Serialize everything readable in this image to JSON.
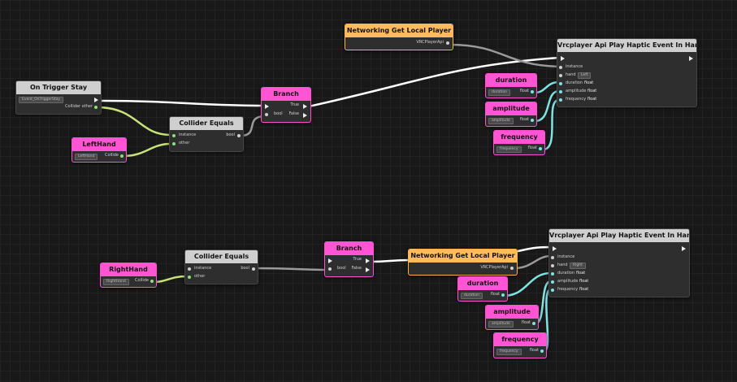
{
  "graph1": {
    "trigger": {
      "title": "On Trigger Stay",
      "pill": "Event_OnTriggerStay",
      "out_label": "Collider other"
    },
    "lefthand": {
      "title": "LeftHand",
      "pill": "LeftHand",
      "out_label": "Collide"
    },
    "equals": {
      "title": "Collider Equals",
      "in1": "instance",
      "in2": "other",
      "out": "bool"
    },
    "branch": {
      "title": "Branch",
      "cond": "bool",
      "true_label": "True",
      "false_label": "False"
    },
    "netplayer": {
      "title": "Networking Get Local Player",
      "out_label": "VRCPlayerApi"
    },
    "haptic": {
      "title": "Vrcplayer Api Play Haptic Event In Hand",
      "instance": "instance",
      "hand": "hand",
      "hand_val": "Left",
      "duration": "duration",
      "amplitude": "amplitude",
      "frequency": "frequency",
      "type_float": "float"
    },
    "duration": {
      "title": "duration",
      "pill": "duration",
      "out": "float"
    },
    "amplitude": {
      "title": "amplitude",
      "pill": "amplitude",
      "out": "float"
    },
    "frequency": {
      "title": "frequency",
      "pill": "frequency",
      "out": "float"
    }
  },
  "graph2": {
    "righthand": {
      "title": "RightHand",
      "pill": "RightHand",
      "out_label": "Collide"
    },
    "equals": {
      "title": "Collider Equals",
      "in1": "instance",
      "in2": "other",
      "out": "bool"
    },
    "branch": {
      "title": "Branch",
      "cond": "bool",
      "true_label": "True",
      "false_label": "False"
    },
    "netplayer": {
      "title": "Networking Get Local Player",
      "out_label": "VRCPlayerApi"
    },
    "haptic": {
      "title": "Vrcplayer Api Play Haptic Event In Hand",
      "instance": "instance",
      "hand": "hand",
      "hand_val": "Right",
      "duration": "duration",
      "amplitude": "amplitude",
      "frequency": "frequency",
      "type_float": "float"
    },
    "duration": {
      "title": "duration",
      "pill": "duration",
      "out": "float"
    },
    "amplitude": {
      "title": "amplitude",
      "pill": "amplitude",
      "out": "float"
    },
    "frequency": {
      "title": "frequency",
      "pill": "frequency",
      "out": "float"
    }
  },
  "colors": {
    "background": "#181818",
    "variable_header": "#ff55d4",
    "event_header": "#ffbb5c",
    "method_header": "#cfcfcf",
    "flow_wire": "#ffffff",
    "collider_wire": "#c8e27a",
    "float_wire": "#7fe3e3",
    "player_wire": "#9a9a9a"
  }
}
